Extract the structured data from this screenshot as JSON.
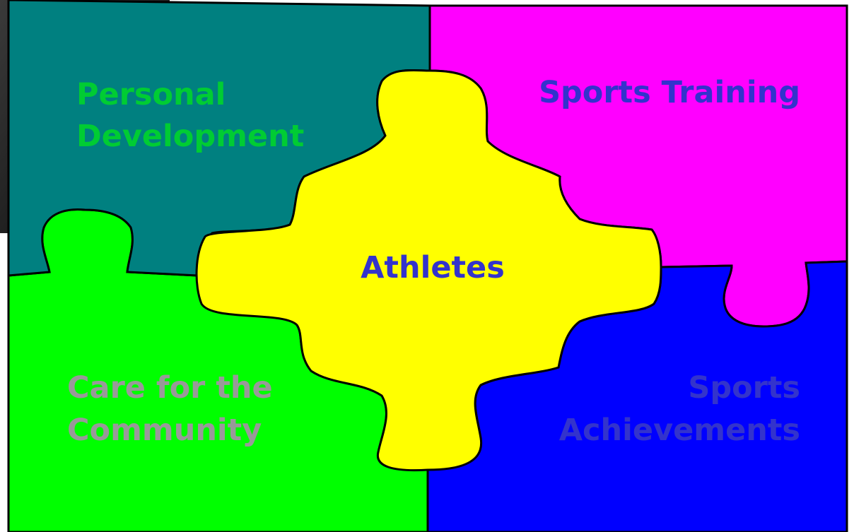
{
  "diagram": {
    "center": {
      "label": "Athletes",
      "color": "#3333cc",
      "fill": "#ffff00"
    },
    "pieces": {
      "personal_development": {
        "line1": "Personal",
        "line2": "Development",
        "fill": "#008080",
        "text_color": "#00cc33"
      },
      "sports_training": {
        "line1": "Sports Training",
        "fill": "#ff00ff",
        "text_color": "#3333cc"
      },
      "care_for_community": {
        "line1": "Care for the",
        "line2": "Community",
        "fill": "#00ff00",
        "text_color": "#999999"
      },
      "sports_achievements": {
        "line1": "Sports",
        "line2": "Achievements",
        "fill": "#0000ff",
        "text_color": "#3333cc"
      }
    }
  }
}
